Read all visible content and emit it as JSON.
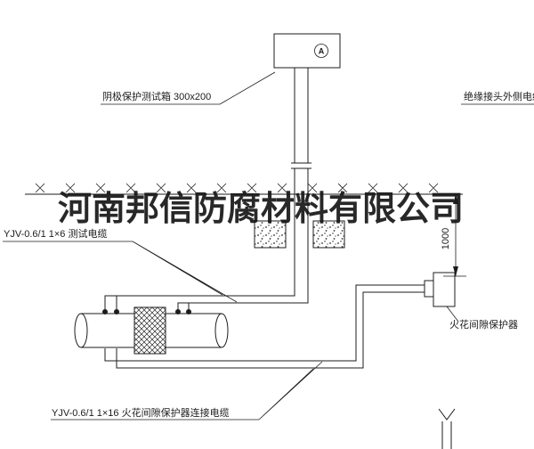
{
  "watermark": "河南邦信防腐材料有限公司",
  "annotations": {
    "test_box_label": "阴极保护测试箱 300x200",
    "right_cable_label": "绝缘接头外侧电缆",
    "test_cable_label": "YJV-0.6/1 1×6  测试电缆",
    "spark_gap_label": "火花间隙保护器",
    "spark_gap_cable_label": "YJV-0.6/1 1×16  火花间隙保护器连接电缆",
    "depth_dimension": "1000",
    "meter_symbol": "A"
  },
  "colors": {
    "ink": "#1c1c1c",
    "paper": "#ffffff"
  }
}
